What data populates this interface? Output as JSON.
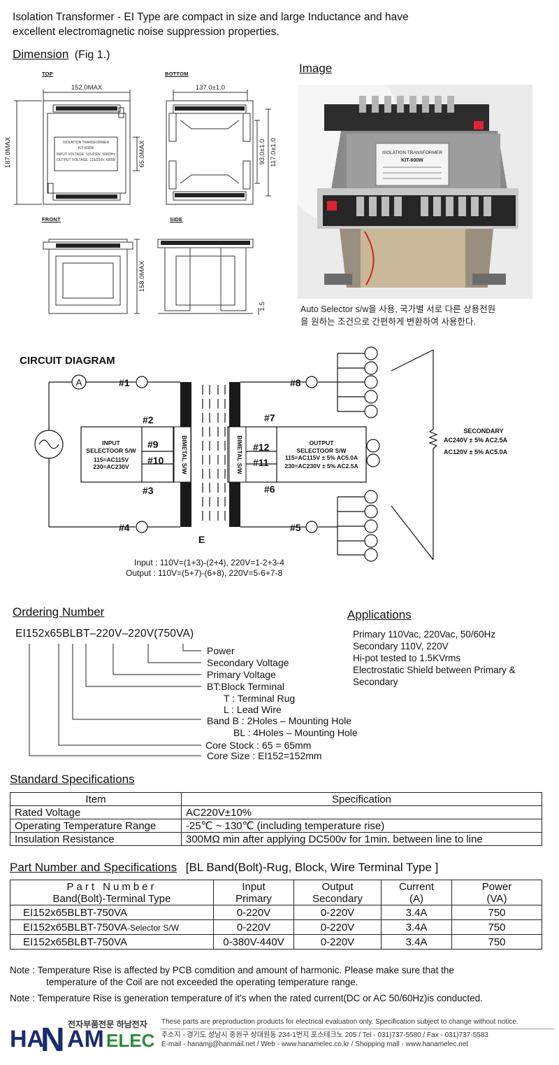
{
  "intro": {
    "line1": "Isolation Transformer - EI Type are compact in size and large Inductance and have",
    "line2": "excellent electromagnetic noise suppression properties."
  },
  "dimension": {
    "heading": "Dimension",
    "fig": "(Fig 1.)",
    "views": {
      "top": "TOP",
      "bottom": "BOTTOM",
      "front": "FRONT",
      "side": "SIDE"
    },
    "dims": {
      "width": "152.0MAX",
      "bottom_width": "137.0±1.0",
      "height": "187.0MAX",
      "label_h": "65.0MAX",
      "d93": "93.0±1.0",
      "d117": "117.0±1.0",
      "front_h": "158.0MAX",
      "side_t": "1.5"
    },
    "nameplate": {
      "title": "ISOLATION TRANSFORMER",
      "model": "KIT-600W",
      "in": "INPUT VOLTAGE: 115/230V, 50/60Hz",
      "out": "OUTPUT VOLTAGE: 115/230V, 600W"
    }
  },
  "image": {
    "heading": "Image",
    "photo_label_title": "ISOLATION TRANSFORMER",
    "photo_label_model": "KIT-600W",
    "caption1": "Auto Selector s/w을 사용, 국가별 서로 다른 상용전원",
    "caption2": "을 원하는 조건으로 간편하게 변환하여 사용한다."
  },
  "circuit": {
    "title": "CIRCUIT DIAGRAM",
    "ammeter": "A",
    "t1": "#1",
    "t2": "#2",
    "t3": "#3",
    "t4": "#4",
    "t5": "#5",
    "t6": "#6",
    "t7": "#7",
    "t8": "#8",
    "t9": "#9",
    "t10": "#10",
    "t11": "#11",
    "t12": "#12",
    "core": "E",
    "bimetal": "BIMETAL S/W",
    "input_box": {
      "l1": "INPUT",
      "l2": "SELECTOOR S/W",
      "l3": "115=AC115V",
      "l4": "230=AC230V"
    },
    "output_box": {
      "l1": "OUTPUT",
      "l2": "SELECTOOR S/W",
      "l3": "115=AC115V ± 5%   AC5.0A",
      "l4": "230=AC230V ± 5%   AC2.5A"
    },
    "secondary": {
      "title": "SECONDARY",
      "r1": "AC240V ± 5%   AC2.5A",
      "r2": "AC120V ± 5%   AC5.0A"
    },
    "eq1": "Input : 110V=(1+3)-(2+4), 220V=1-2+3-4",
    "eq2": "Output : 110V=(5+7)-(6+8), 220V=5-6+7-8"
  },
  "ordering": {
    "heading": "Ordering Number",
    "code": "EI152x65BLBT–220V–220V(750VA)",
    "items": [
      "Power",
      "Secondary Voltage",
      "Primary Voltage",
      "BT:Block Terminal",
      "T  : Terminal Rug",
      "L  : Lead Wire",
      "Band B  : 2Holes – Mounting Hole",
      "BL : 4Holes – Mounting Hole",
      "Core Stock : 65 = 65mm",
      "Core Size : EI152=152mm"
    ]
  },
  "applications": {
    "heading": "Applications",
    "lines": [
      "Primary 110Vac, 220Vac, 50/60Hz",
      "Secondary 110V, 220V",
      "Hi-pot tested to 1.5KVrms",
      "Electrostatic Shield between Primary &",
      "Secondary"
    ]
  },
  "standard": {
    "heading": "Standard Specifications",
    "headers": [
      "Item",
      "Specification"
    ],
    "rows": [
      [
        "Rated Voltage",
        "AC220V±10%"
      ],
      [
        "Operating Temperature Range",
        "-25℃ ~ 130℃ (including temperature rise)"
      ],
      [
        "Insulation Resistance",
        "300MΩ min after applying DC500v for 1min. between line to line"
      ]
    ]
  },
  "parts": {
    "heading": "Part Number and Specifications",
    "subheading": "[BL Band(Bolt)-Rug, Block, Wire Terminal Type ]",
    "headers": {
      "pn1": "Part Number",
      "pn2": "Band(Bolt)-Terminal Type",
      "in1": "Input",
      "in2": "Primary",
      "out1": "Output",
      "out2": "Secondary",
      "cur1": "Current",
      "cur2": "(A)",
      "pow1": "Power",
      "pow2": "(VA)"
    },
    "rows": [
      {
        "pn": "EI152x65BLBT-750VA",
        "suffix": "",
        "input": "0-220V",
        "output": "0-220V",
        "current": "3.4A",
        "power": "750"
      },
      {
        "pn": "EI152x65BLBT-750VA",
        "suffix": "-Selector S/W",
        "input": "0-220V",
        "output": "0-220V",
        "current": "3.4A",
        "power": "750"
      },
      {
        "pn": "EI152x65BLBT-750VA",
        "suffix": "",
        "input": "0-380V-440V",
        "output": "0-220V",
        "current": "3.4A",
        "power": "750"
      }
    ]
  },
  "notes": {
    "n1a": "Note : Temperature Rise is affected by PCB comdition and amount of harmonic. Please make sure that the",
    "n1b": "temperature of the Coil are not exceeded the operating temperature range.",
    "n2": "Note : Temperature Rise is generation temperature of it's when the rated current(DC or AC 50/60Hz)is conducted."
  },
  "footer": {
    "logo_ha": "HA",
    "logo_n": "N",
    "logo_am": "AM",
    "logo_elec": "ELEC",
    "brand_kr": "전자부품전문 하남전자",
    "disclaimer": "These parts are preproduction products for electrical evaluation only. Specification subject to change without notice.",
    "address": "주소지 - 경기도 성남시 중원구 상대원동 234-1번지 포스테크노 205  /  Tel - 031)737-5580  /  Fax - 031)737-5583",
    "contact": "E-mail - hanamjj@hanmail.net  /  Web - www.hanamelec.co.kr  /  Shopping mall - www.hanamelec.net",
    "colors": {
      "navy": "#1a2d6b",
      "green": "#2e8b3a"
    }
  }
}
